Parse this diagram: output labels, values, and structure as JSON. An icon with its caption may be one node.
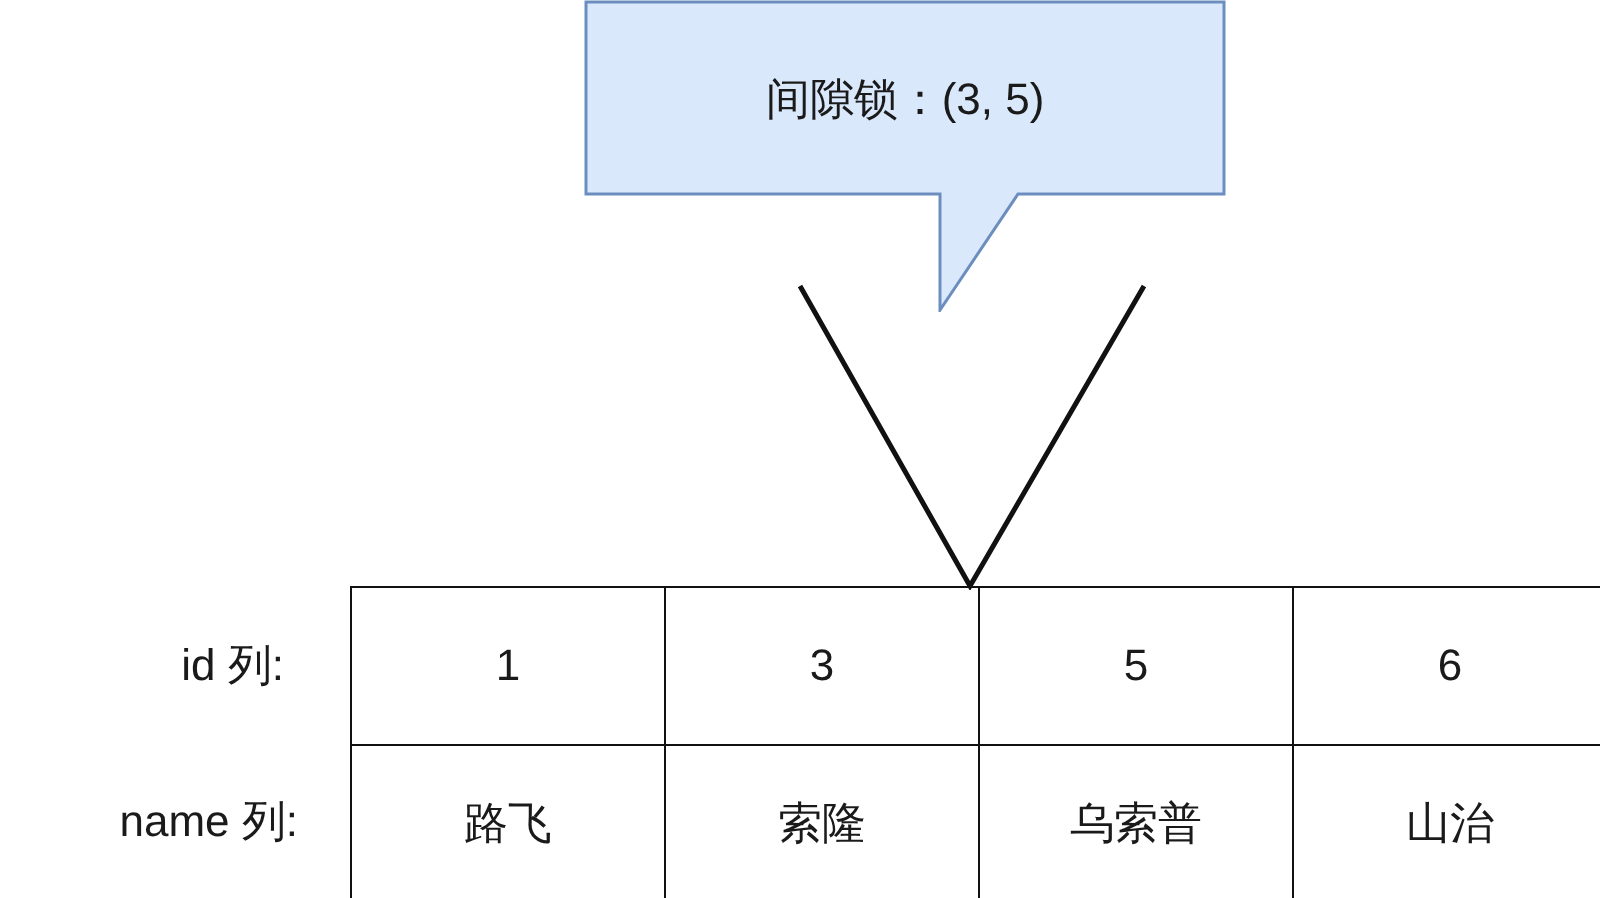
{
  "diagram": {
    "nodes": [
      {
        "text": [
          "间隙锁：(3, 5)"
        ]
      }
    ],
    "labels": [
      "id 列:",
      "1",
      "3",
      "5",
      "6",
      "name 列:",
      "路飞",
      "索隆",
      "乌索普",
      "山治"
    ]
  }
}
